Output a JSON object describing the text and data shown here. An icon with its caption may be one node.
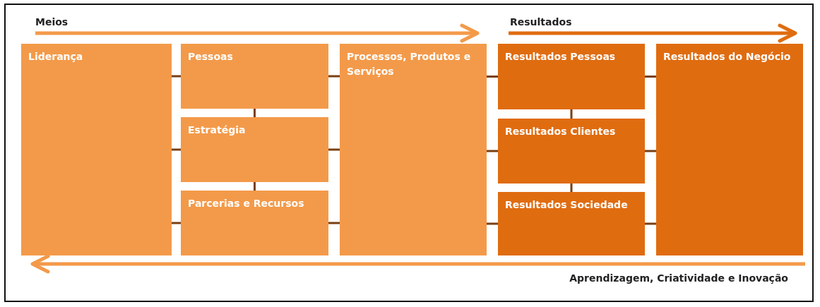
{
  "diagram": {
    "nodes": [
      {
        "text": [
          "Liderança"
        ]
      },
      {
        "text": [
          "Pessoas"
        ]
      },
      {
        "text": [
          "Estratégia"
        ]
      },
      {
        "text": [
          "Parcerias e Recursos"
        ]
      },
      {
        "text": [
          "Processos, Produtos e Serviços"
        ]
      },
      {
        "text": [
          "Resultados Pessoas"
        ]
      },
      {
        "text": [
          "Resultados Clientes"
        ]
      },
      {
        "text": [
          "Resultados Sociedade"
        ]
      },
      {
        "text": [
          "Resultados do Negócio"
        ]
      }
    ],
    "edges": [
      {
        "from": 0,
        "to": 1,
        "arrow": "none"
      },
      {
        "from": 0,
        "to": 2,
        "arrow": "none"
      },
      {
        "from": 0,
        "to": 3,
        "arrow": "none"
      },
      {
        "from": 1,
        "to": 2,
        "arrow": "none"
      },
      {
        "from": 2,
        "to": 3,
        "arrow": "none"
      },
      {
        "from": 1,
        "to": 4,
        "arrow": "none"
      },
      {
        "from": 2,
        "to": 4,
        "arrow": "none"
      },
      {
        "from": 3,
        "to": 4,
        "arrow": "none"
      },
      {
        "from": 4,
        "to": 5,
        "arrow": "none"
      },
      {
        "from": 4,
        "to": 6,
        "arrow": "none"
      },
      {
        "from": 4,
        "to": 7,
        "arrow": "none"
      },
      {
        "from": 5,
        "to": 6,
        "arrow": "none"
      },
      {
        "from": 6,
        "to": 7,
        "arrow": "none"
      },
      {
        "from": 5,
        "to": 8,
        "arrow": "none"
      },
      {
        "from": 6,
        "to": 8,
        "arrow": "none"
      },
      {
        "from": 7,
        "to": 8,
        "arrow": "none"
      }
    ],
    "labels": [
      "Meios",
      "Resultados",
      "Aprendizagem, Criatividade e Inovação"
    ]
  }
}
